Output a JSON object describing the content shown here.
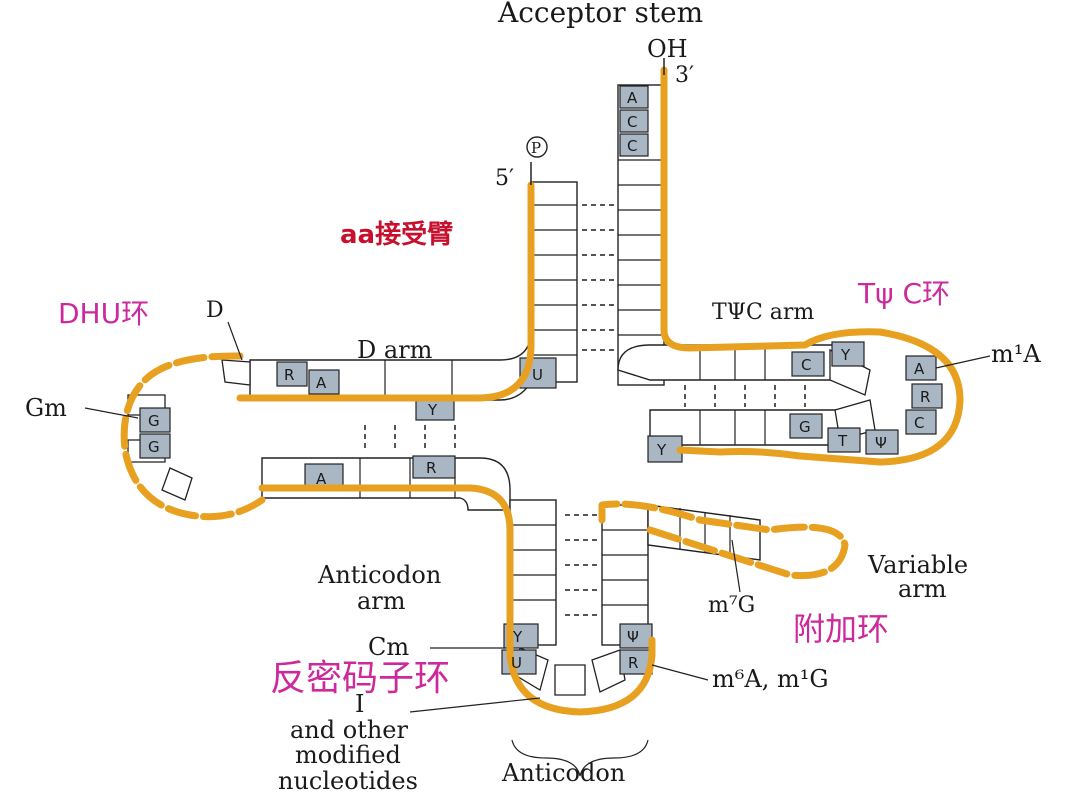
{
  "title": "Acceptor stem",
  "ends": {
    "oh": "OH",
    "three_prime": "3′",
    "five_prime": "5′",
    "phosphate": "P"
  },
  "arms": {
    "d_arm": "D arm",
    "tpsic_arm": "TΨC arm",
    "anticodon_arm": [
      "Anticodon",
      "arm"
    ],
    "variable_arm": [
      "Variable",
      "arm"
    ]
  },
  "modifications": {
    "d": "D",
    "gm": "Gm",
    "m1a": "m¹A",
    "m7g": "m⁷G",
    "cm": "Cm",
    "m6a_m1g": "m⁶A, m¹G",
    "inosine": [
      "I",
      "and other",
      "modified",
      "nucleotides"
    ]
  },
  "anticodon": "Anticodon",
  "annotations": {
    "acceptor_cn": "aa接受臂",
    "dhu_loop_cn": "DHU环",
    "tpsic_loop_cn": "Tψ C环",
    "variable_loop_cn": "附加环",
    "anticodon_loop_cn": "反密码子环"
  },
  "bases": {
    "acceptor_cca": [
      "A",
      "C",
      "C"
    ],
    "d_arm_top": [
      "R",
      "A",
      "Y",
      "U"
    ],
    "d_loop": [
      "G",
      "G"
    ],
    "d_arm_bottom": [
      "A",
      "R"
    ],
    "tpsic_top": [
      "C",
      "Y"
    ],
    "tpsic_loop": [
      "A",
      "R",
      "C"
    ],
    "tpsic_bottom": [
      "G",
      "T",
      "Ψ",
      "Y"
    ],
    "anticodon_left": [
      "Y",
      "U"
    ],
    "anticodon_right": [
      "Ψ",
      "R"
    ]
  },
  "colors": {
    "backbone": "#e8a020",
    "shaded_base": "#a9b6c3",
    "red_label": "#c8102e",
    "magenta_label": "#cc2a9c"
  }
}
